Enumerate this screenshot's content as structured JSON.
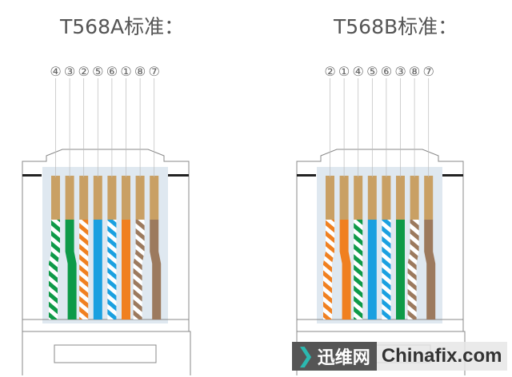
{
  "connectors": [
    {
      "title": "T568A标准：",
      "labels": [
        "④",
        "③",
        "②",
        "⑤",
        "⑥",
        "①",
        "⑧",
        "⑦"
      ],
      "wires": [
        {
          "color": "#0e9a48",
          "striped": true
        },
        {
          "color": "#0e9a48",
          "striped": false
        },
        {
          "color": "#f08020",
          "striped": true
        },
        {
          "color": "#1aa0e0",
          "striped": false
        },
        {
          "color": "#1aa0e0",
          "striped": true
        },
        {
          "color": "#f08020",
          "striped": false
        },
        {
          "color": "#9c7a5e",
          "striped": true
        },
        {
          "color": "#9c7a5e",
          "striped": false
        }
      ]
    },
    {
      "title": "T568B标准：",
      "labels": [
        "②",
        "①",
        "④",
        "⑤",
        "⑥",
        "③",
        "⑧",
        "⑦"
      ],
      "wires": [
        {
          "color": "#f08020",
          "striped": true
        },
        {
          "color": "#f08020",
          "striped": false
        },
        {
          "color": "#0e9a48",
          "striped": true
        },
        {
          "color": "#1aa0e0",
          "striped": false
        },
        {
          "color": "#1aa0e0",
          "striped": true
        },
        {
          "color": "#0e9a48",
          "striped": false
        },
        {
          "color": "#9c7a5e",
          "striped": true
        },
        {
          "color": "#9c7a5e",
          "striped": false
        }
      ]
    }
  ],
  "watermark": {
    "cn": "迅维网",
    "en": "Chinafix.com"
  },
  "colors": {
    "contact": "#c9a064",
    "inner": "#dfe8f0",
    "outline": "#888"
  }
}
